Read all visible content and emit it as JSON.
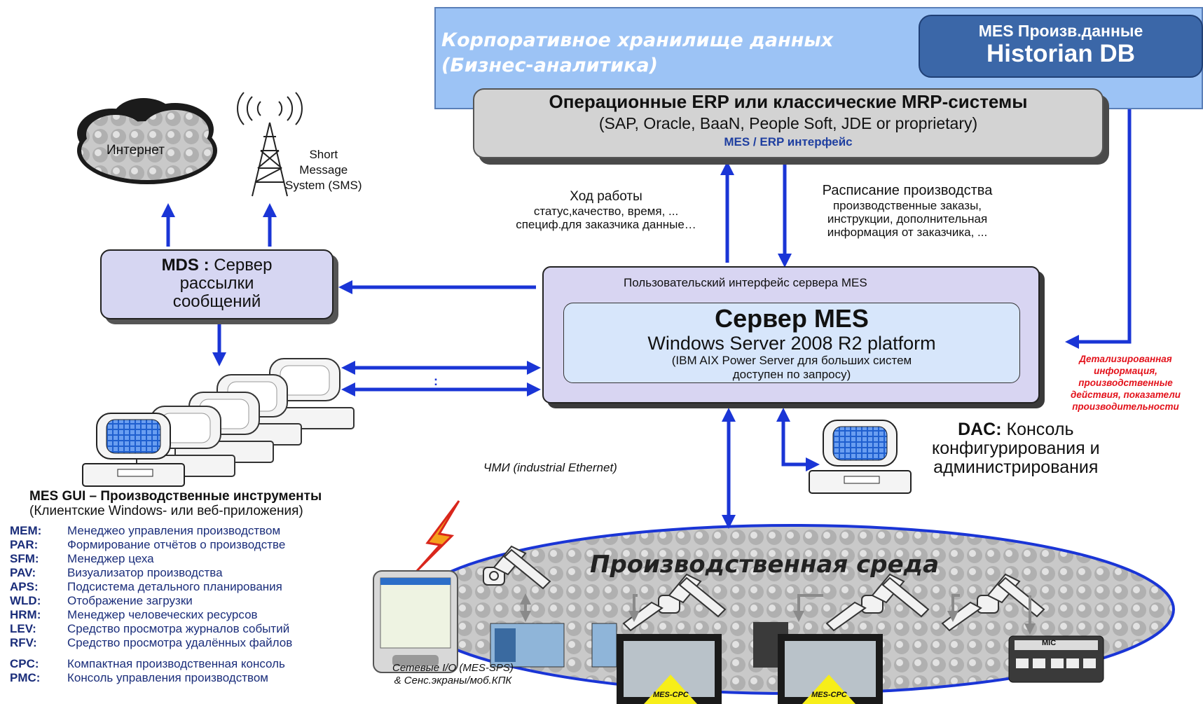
{
  "colors": {
    "blue_arrow": "#1a35d6",
    "red_note": "#e3121b",
    "warehouse_bg": "#9cc3f5",
    "historian_bg": "#3b67a8",
    "erp_bg": "#d3d3d3",
    "server_bg": "#d8d5f2"
  },
  "warehouse": {
    "line1": "Корпоративное хранилище данных",
    "line2": "(Бизнес-аналитика)"
  },
  "historian": {
    "line1": "MES Произв.данные",
    "line2": "Historian DB"
  },
  "erp": {
    "title": "Операционные ERP или классические MRP-системы",
    "subtitle": "(SAP, Oracle, BaaN, People Soft, JDE or proprietary)",
    "interface": "MES / ERP интерфейс"
  },
  "internet": {
    "label": "Интернет"
  },
  "sms": {
    "line1": "Short",
    "line2": "Message",
    "line3": "System (SMS)"
  },
  "progress_flow": {
    "title": "Ход работы",
    "line1": "статус,качество, время, ...",
    "line2": "специф.для заказчика данные…"
  },
  "schedule_flow": {
    "title": "Расписание производства",
    "line1": "производственные заказы,",
    "line2": "инструкции, дополнительная",
    "line3": "информация от заказчика, ..."
  },
  "mds": {
    "bold": "MDS :",
    "rest": " Сервер",
    "line2": "рассылки",
    "line3": "сообщений"
  },
  "server": {
    "top_label": "Пользовательский интерфейс сервера MES",
    "title": "Сервер MES",
    "platform": "Windows Server 2008 R2 platform",
    "note1": "(IBM AIX Power Server для больших систем",
    "note2": "доступен по запросу)"
  },
  "red_note": {
    "line1": "Детализированная",
    "line2": "информация,",
    "line3": "производственные",
    "line4": "действия, показатели",
    "line5": "производительности"
  },
  "dac": {
    "bold": "DAC:",
    "rest": " Консоль",
    "line2": "конфигурирования и",
    "line3": "администрирования"
  },
  "hmi_label": "ЧМИ (industrial Ethernet)",
  "colon_label": ":",
  "mes_gui": {
    "title": "MES GUI – Производственные инструменты",
    "subtitle": "(Клиентские Windows- или веб-приложения)"
  },
  "modules": [
    {
      "code": "MEM:",
      "desc": "Менеджео управления производством"
    },
    {
      "code": "PAR:",
      "desc": "Формирование отчётов о производстве"
    },
    {
      "code": "SFM:",
      "desc": "Менеджер цеха"
    },
    {
      "code": "PAV:",
      "desc": "Визуализатор производства"
    },
    {
      "code": "APS:",
      "desc": "Подсистема детального планирования"
    },
    {
      "code": "WLD:",
      "desc": "Отображение загрузки"
    },
    {
      "code": "HRM:",
      "desc": "Менеджер человеческих ресурсов"
    },
    {
      "code": "LEV:",
      "desc": "Средство просмотра журналов событий"
    },
    {
      "code": "RFV:",
      "desc": "Средство просмотра удалённых файлов"
    },
    {
      "code": "CPC:",
      "desc": "Компактная производственная консоль"
    },
    {
      "code": "PMC:",
      "desc": "Консоль управления производством"
    }
  ],
  "production": {
    "title": "Производственная среда"
  },
  "io_label": {
    "line1": "Сетевые I/O (MES-SPS)",
    "line2": "& Сенс.экраны/моб.КПК"
  },
  "mic_label": "MIC",
  "cpc_tag": "MES-CPC",
  "icons": [
    "cloud-icon",
    "antenna-icon",
    "computer-icon",
    "lightning-icon",
    "pda-icon",
    "robot-arm-icon",
    "io-module-icon",
    "touch-panel-icon",
    "keypad-icon"
  ]
}
